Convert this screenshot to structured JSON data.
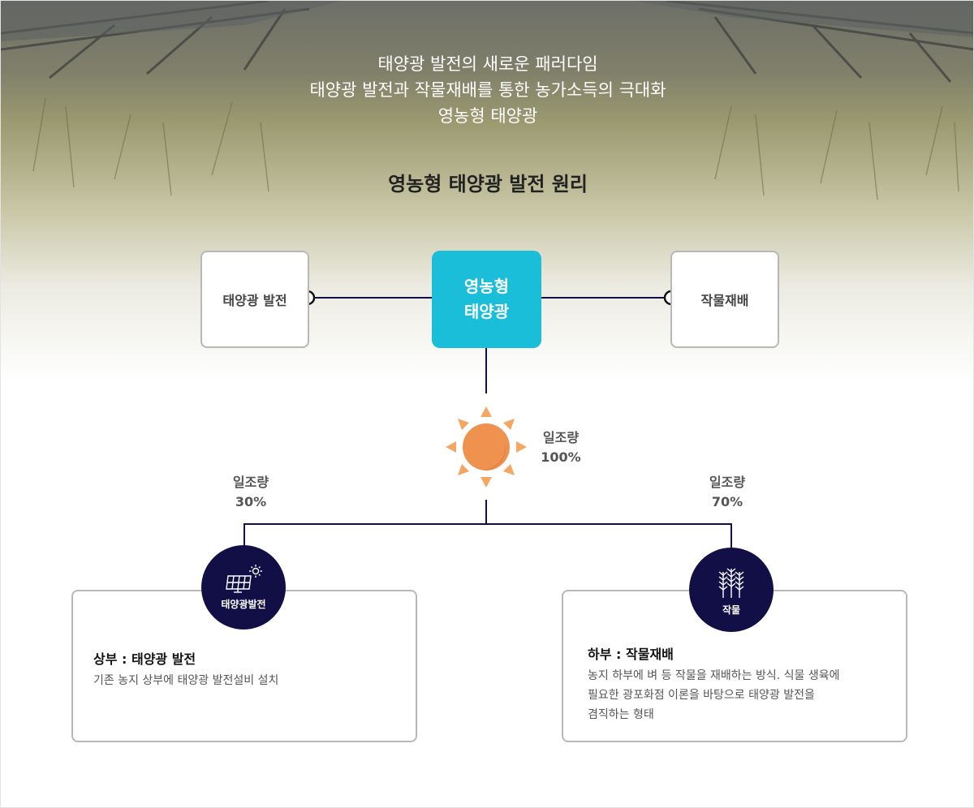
{
  "hero": {
    "lines": [
      "태양광 발전의 새로운 패러다임",
      "태양광 발전과 작물재배를 통한 농가소득의 극대화",
      "영농형 태양광"
    ]
  },
  "diagram": {
    "title": "영농형 태양광 발전 원리",
    "center": {
      "line1": "영농형",
      "line2": "태양광"
    },
    "left_box": "태양광 발전",
    "right_box": "작물재배",
    "sun": {
      "label": "일조량",
      "value": "100%"
    },
    "left_branch": {
      "label": "일조량",
      "value": "30%"
    },
    "right_branch": {
      "label": "일조량",
      "value": "70%"
    }
  },
  "cards": [
    {
      "badge_label": "태양광발전",
      "badge_icon": "solar-panel-icon",
      "title": "상부 : 태양광 발전",
      "desc": [
        "기존 농지 상부에 태양광 발전설비 설치"
      ]
    },
    {
      "badge_label": "작물",
      "badge_icon": "wheat-icon",
      "title": "하부 : 작물재배",
      "desc": [
        "농지 하부에 벼 등 작물을 재배하는 방식. 식물 생육에",
        "필요한 광포화점 이론을 바탕으로 태양광 발전을",
        "겸직하는 형태"
      ]
    }
  ],
  "colors": {
    "accent": "#1bbed8",
    "navy": "#120f47",
    "sun": "#f0924f",
    "sun_rays": "#f4a663"
  }
}
